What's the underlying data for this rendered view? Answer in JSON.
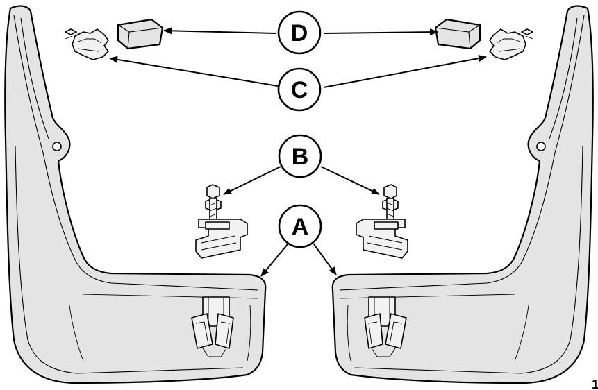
{
  "callouts": {
    "a": "A",
    "b": "B",
    "c": "C",
    "d": "D"
  },
  "page_mark": "1"
}
